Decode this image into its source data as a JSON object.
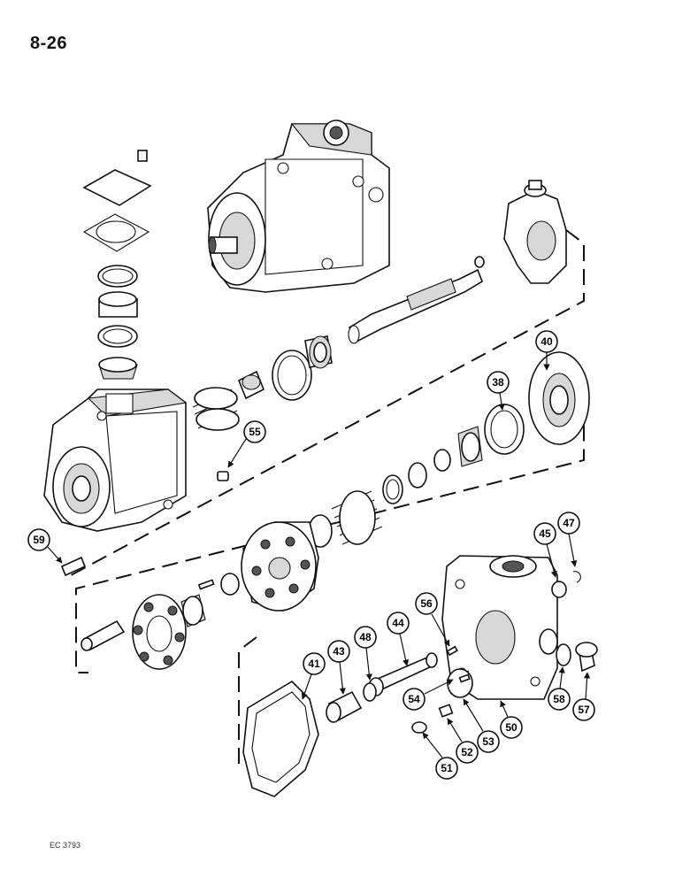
{
  "page": {
    "number": "8-26",
    "figure_code": "EC 3793"
  },
  "callouts": [
    {
      "label": "40"
    },
    {
      "label": "38"
    },
    {
      "label": "55"
    },
    {
      "label": "59"
    },
    {
      "label": "45"
    },
    {
      "label": "47"
    },
    {
      "label": "56"
    },
    {
      "label": "44"
    },
    {
      "label": "48"
    },
    {
      "label": "43"
    },
    {
      "label": "41"
    },
    {
      "label": "54"
    },
    {
      "label": "50"
    },
    {
      "label": "58"
    },
    {
      "label": "57"
    },
    {
      "label": "53"
    },
    {
      "label": "52"
    },
    {
      "label": "51"
    }
  ]
}
